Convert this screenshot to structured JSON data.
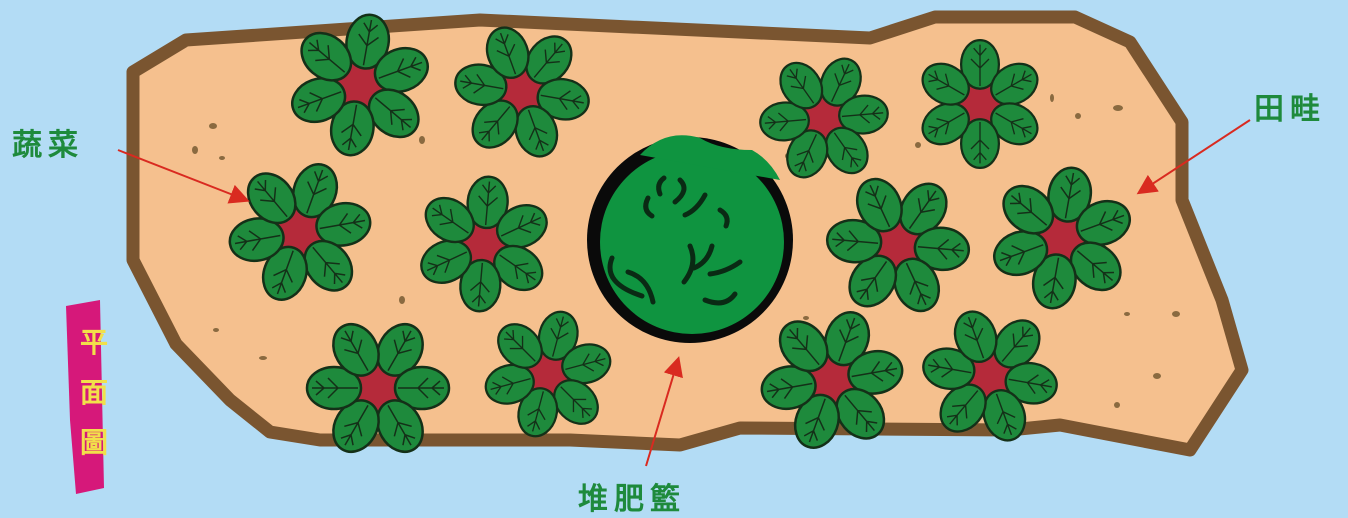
{
  "labels": {
    "vegetables": "蔬菜",
    "garden_bed": "田畦",
    "compost_basket": "堆肥籃",
    "plan_view": "平面圖"
  },
  "colors": {
    "background": "#b3dcf5",
    "soil": "#f5c08e",
    "border": "#7a5530",
    "leaf": "#1e8a3c",
    "leaf_outline": "#143018",
    "plant_center": "#b52a3a",
    "compost": "#0f9440",
    "arrow": "#d92a20",
    "label_text": "#1e8a3c",
    "plan_tab": "#d6187a",
    "plan_text": "#f2e04a"
  },
  "icons": [
    "vegetable-plant-icon",
    "compost-basket-icon",
    "arrow-icon"
  ]
}
